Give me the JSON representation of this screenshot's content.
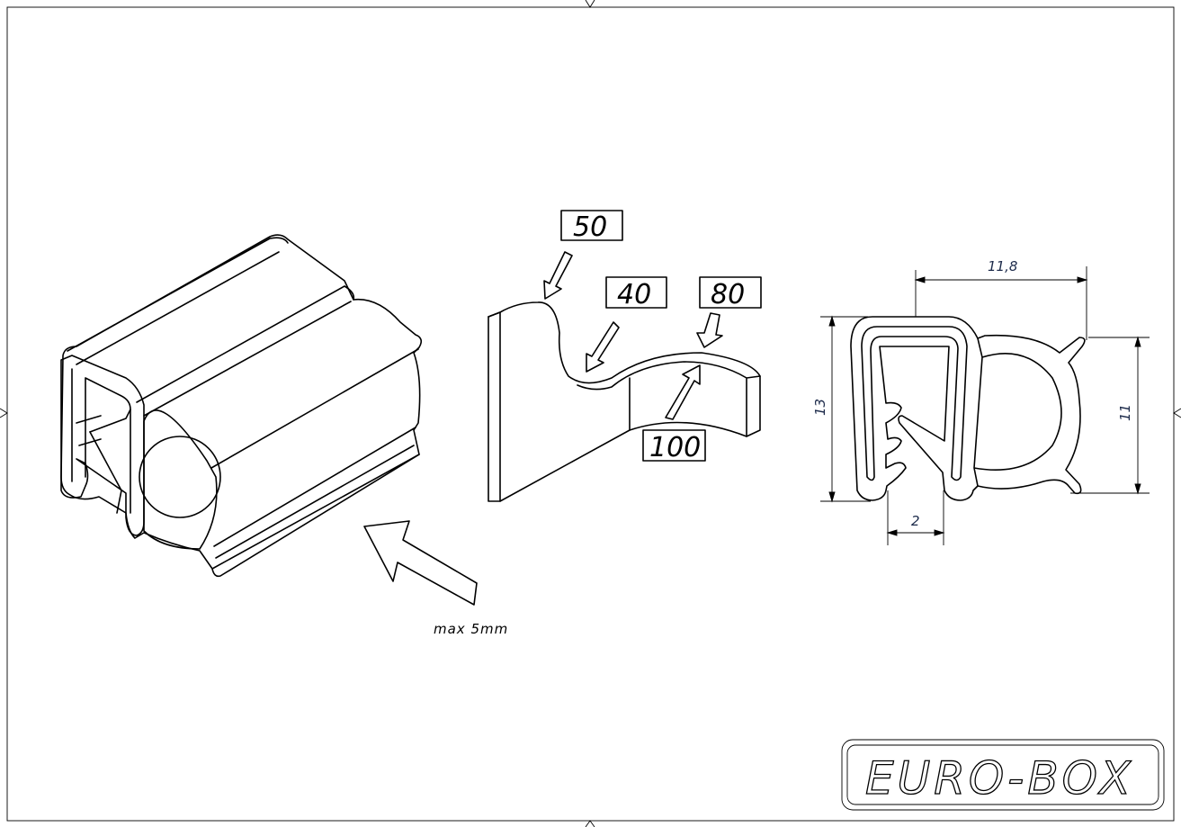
{
  "drawing": {
    "load_labels": {
      "top": "50",
      "mid": "40",
      "right": "80",
      "bottom": "100"
    },
    "note": "max 5mm",
    "dimensions": {
      "width": "11,8",
      "height": "13",
      "bulb_height": "11",
      "gap": "2"
    },
    "logo": "EURO-BOX"
  }
}
